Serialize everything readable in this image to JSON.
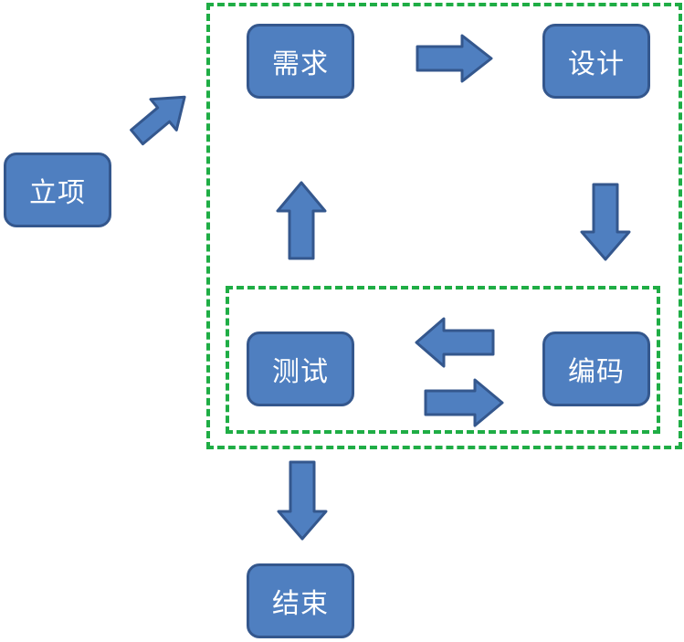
{
  "nodes": {
    "start": "立项",
    "requirements": "需求",
    "design": "设计",
    "coding": "编码",
    "testing": "测试",
    "end": "结束"
  },
  "colors": {
    "box_fill": "#4f7fc0",
    "box_border": "#34578d",
    "dashed_frame": "#1fad45",
    "text": "#ffffff"
  }
}
